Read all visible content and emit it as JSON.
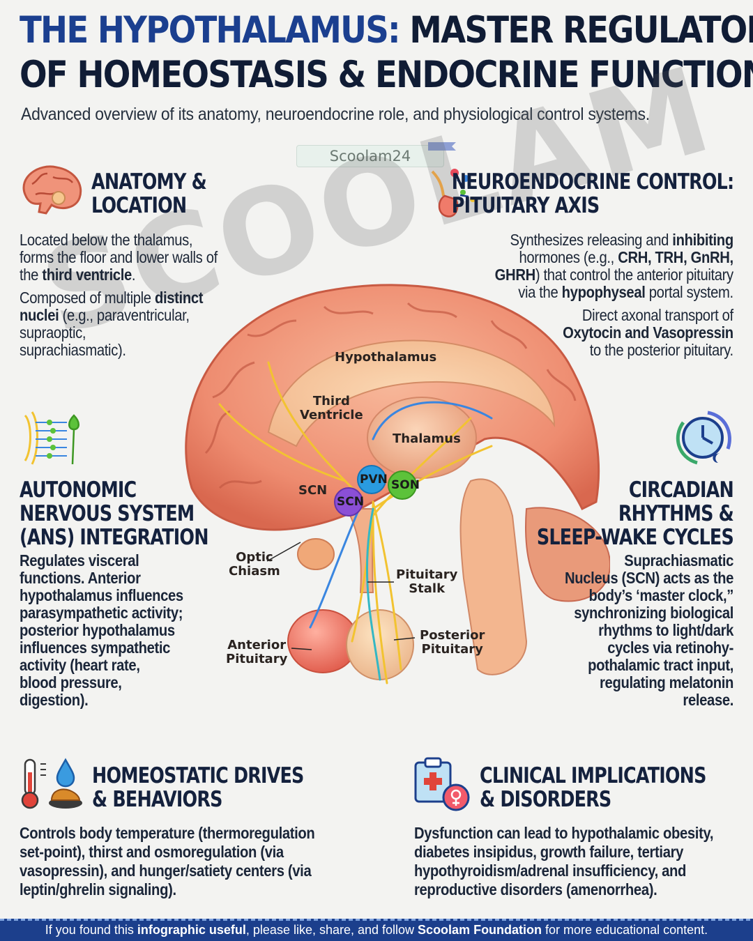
{
  "title": {
    "line1_accent": "THE HYPOTHALAMUS:",
    "line1_rest": " MASTER REGULATOR",
    "line2": "OF HOMEOSTASIS & ENDOCRINE FUNCTION"
  },
  "subtitle": "Advanced overview of its anatomy, neuroendocrine role, and physiological control systems.",
  "brand_tag": "Scoolam24",
  "watermark": "SCOOLAM",
  "sections": {
    "anatomy": {
      "icon": "brain-icon",
      "heading1": "ANATOMY &",
      "heading2": "LOCATION",
      "p1_l1": "Located below the thalamus,",
      "p1_l2": "forms the floor and lower walls of",
      "p1_l3a": "the ",
      "p1_l3b": "third ventricle",
      "p1_l3c": ".",
      "p2_l1a": "Composed of multiple ",
      "p2_l1b": "distinct",
      "p2_l2a": "nuclei",
      "p2_l2b": " (e.g., paraventricular,",
      "p2_l3": "supraoptic,",
      "p2_l4": "suprachiasmatic)."
    },
    "neuroendocrine": {
      "icon": "pituitary-gland-icon",
      "heading1": "NEUROENDOCRINE CONTROL:",
      "heading2": "PITUITARY AXIS",
      "p1_l1a": "Synthesizes releasing and ",
      "p1_l1b": "inhibiting",
      "p1_l2a": "hormones (e.g., ",
      "p1_l2b": "CRH, TRH, GnRH,",
      "p1_l3a": "GHRH",
      "p1_l3b": ") that control the anterior pituitary",
      "p1_l4a": "via the ",
      "p1_l4b": "hypophyseal",
      "p1_l4c": " portal system.",
      "p2_l1": "Direct axonal transport of",
      "p2_l2": "Oxytocin and Vasopressin",
      "p2_l3": "to the posterior pituitary."
    },
    "autonomic": {
      "icon": "nerve-network-icon",
      "heading1": "AUTONOMIC",
      "heading2": "NERVOUS SYSTEM",
      "heading3": "(ANS) INTEGRATION",
      "lines": [
        "Regulates visceral",
        "functions. Anterior",
        "hypothalamus influences",
        "parasympathetic activity;",
        "posterior hypothalamus",
        "influences sympathetic",
        "activity (heart rate,",
        "blood pressure,",
        "digestion)."
      ]
    },
    "circadian": {
      "icon": "clock-moon-icon",
      "heading1": "CIRCADIAN",
      "heading2": "RHYTHMS &",
      "heading3": "SLEEP-WAKE CYCLES",
      "lines": [
        "Suprachiasmatic",
        "Nucleus (SCN) acts as the",
        "body’s ‘master clock,”",
        "synchronizing biological",
        "rhythms to light/dark",
        "cycles via retinohy-",
        "pothalamic tract input,",
        "regulating melatonin",
        "release."
      ]
    },
    "homeostatic": {
      "icon": "thermometer-water-food-icon",
      "heading1": "HOMEOSTATIC DRIVES",
      "heading2": "& BEHAVIORS",
      "lines": [
        "Controls body temperature (thermoregulation",
        "set-point), thirst and osmoregulation (via",
        "vasopressin), and hunger/satiety centers (via",
        "leptin/ghrelin signaling)."
      ]
    },
    "clinical": {
      "icon": "medical-clipboard-icon",
      "heading1": "CLINICAL IMPLICATIONS",
      "heading2": "& DISORDERS",
      "lines": [
        "Dysfunction can lead to hypothalamic obesity,",
        "diabetes insipidus, growth failure, tertiary",
        "hypothyroidism/adrenal insufficiency, and",
        "reproductive disorders (amenorrhea)."
      ]
    }
  },
  "diagram_labels": {
    "hypothalamus": "Hypothalamus",
    "third_ventricle_1": "Third",
    "third_ventricle_2": "Ventricle",
    "thalamus": "Thalamus",
    "scn_outer": "SCN",
    "scn_nucleus": "SCN",
    "pvn": "PVN",
    "son": "SON",
    "optic_1": "Optic",
    "optic_2": "Chiasm",
    "stalk_1": "Pituitary",
    "stalk_2": "Stalk",
    "anterior_1": "Anterior",
    "anterior_2": "Pituitary",
    "posterior_1": "Posterior",
    "posterior_2": "Pituitary"
  },
  "colors": {
    "title_accent": "#1b3f8f",
    "title_dark": "#101c35",
    "footer_bg": "#1c3f8c",
    "pvn": "#2a9be0",
    "scn": "#8b4fd6",
    "son": "#5cc23a"
  },
  "footer": {
    "a": "If you found this ",
    "b": "infographic useful",
    "c": ", please like, share, and follow ",
    "d": "Scoolam Foundation",
    "e": " for more educational content."
  }
}
